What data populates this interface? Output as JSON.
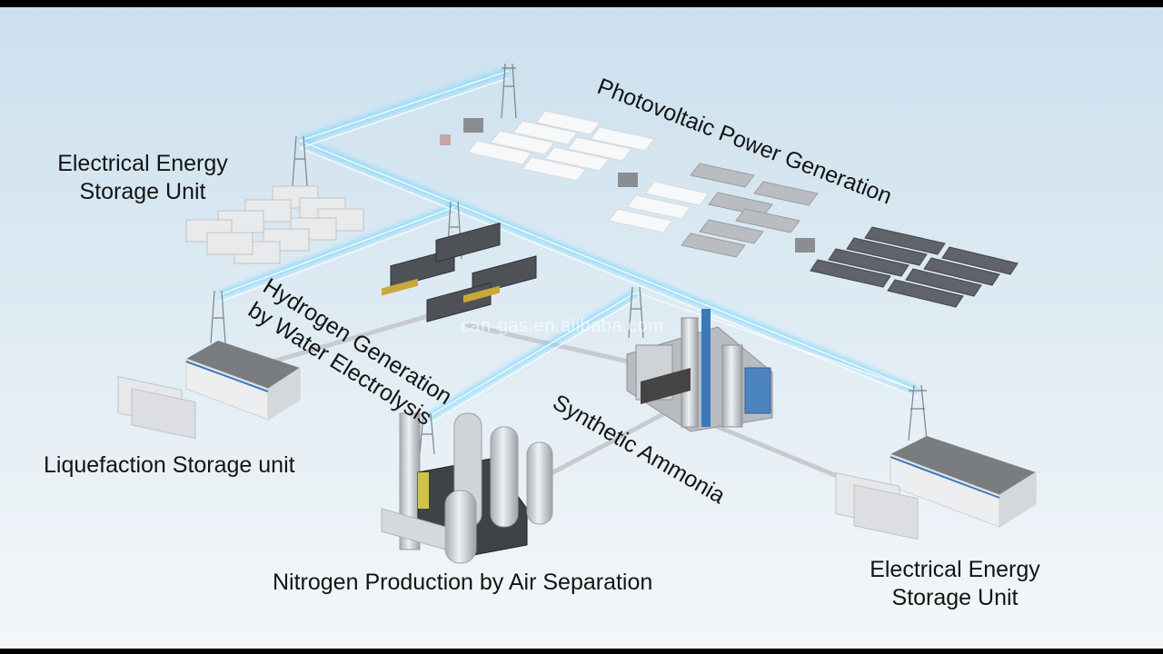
{
  "labels": {
    "ees_top": "Electrical Energy\nStorage Unit",
    "pv": "Photovoltaic Power Generation",
    "hydrogen": "Hydrogen Generation\nby Water Electrolysis",
    "liquefaction": "Liquefaction Storage unit",
    "ammonia": "Synthetic Ammonia",
    "nitrogen": "Nitrogen Production by Air Separation",
    "ees_bottom": "Electrical Energy\nStorage Unit"
  },
  "watermark": "can-gas.en.alibaba.com",
  "colors": {
    "sky_top": "#cbe0ee",
    "sky_bottom": "#f4f7f9",
    "power_glow": "#7fd8ff",
    "building_roof": "#7a7d80",
    "building_wall": "#eceef0",
    "panel_white": "#f7f8fa",
    "panel_silver": "#b9bcc0",
    "panel_dark": "#60646a",
    "tank": "#d2d5d8",
    "plant_blue": "#3c79b8"
  }
}
